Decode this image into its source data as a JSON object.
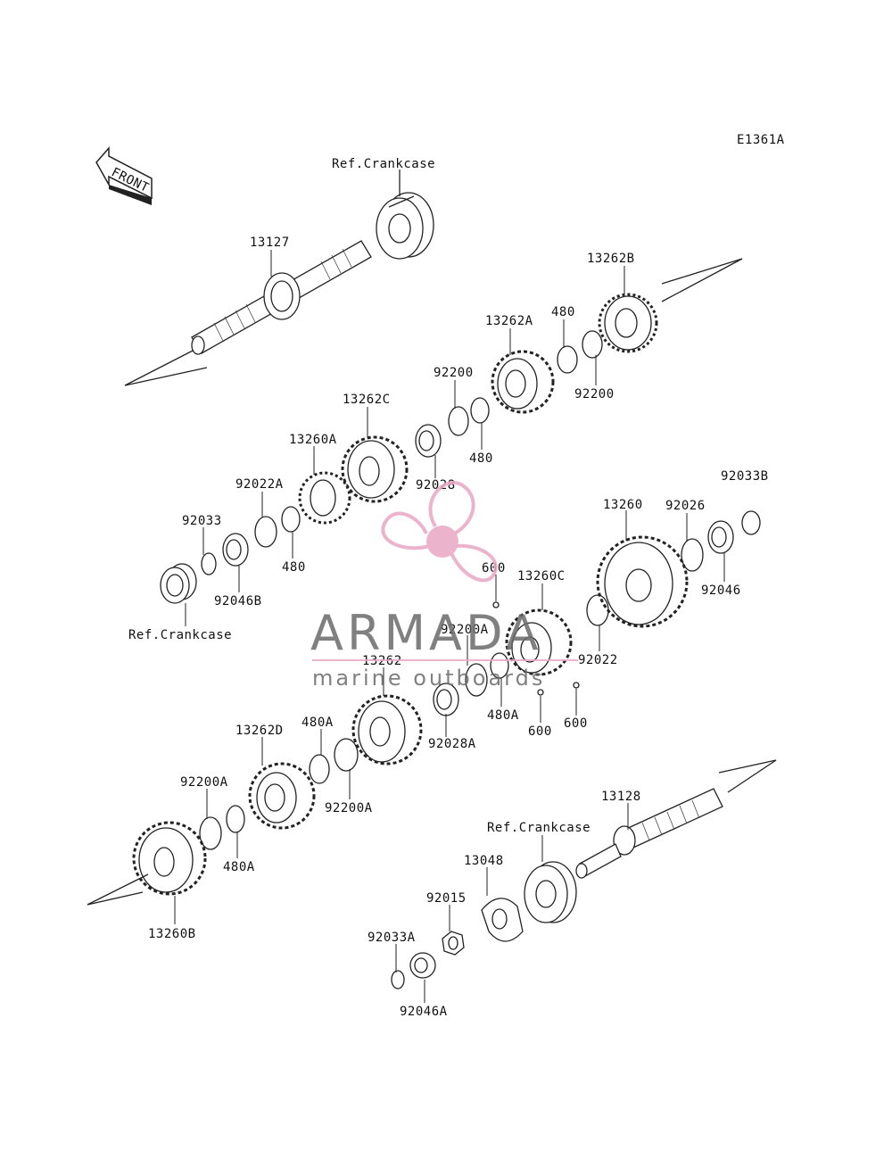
{
  "diagram_code": "E1361A",
  "front_badge": "FRONT",
  "watermark": {
    "brand": "ARMADA",
    "tagline": "marine outboards",
    "accent_color": "#e9a8c4",
    "text_color": "#6b6b6b"
  },
  "labels": {
    "ref_crankcase_top": "Ref.Crankcase",
    "ref_crankcase_left": "Ref.Crankcase",
    "ref_crankcase_bottom": "Ref.Crankcase",
    "p13127": "13127",
    "p13262B": "13262B",
    "p480_a": "480",
    "p13262A": "13262A",
    "p92200_a": "92200",
    "p92200_b": "92200",
    "p480_b": "480",
    "p13262C": "13262C",
    "p13260A": "13260A",
    "p92028": "92028",
    "p92022A": "92022A",
    "p92033": "92033",
    "p480_c": "480",
    "p92046B": "92046B",
    "p92033B": "92033B",
    "p13260": "13260",
    "p92026": "92026",
    "p92046": "92046",
    "p600_a": "600",
    "p13260C": "13260C",
    "p92200A_a": "92200A",
    "p92022": "92022",
    "p13262": "13262",
    "p480A_a": "480A",
    "p600_b": "600",
    "p600_c": "600",
    "p480A_b": "480A",
    "p92028A": "92028A",
    "p13262D": "13262D",
    "p92200A_b": "92200A",
    "p92200A_c": "92200A",
    "p480A_c": "480A",
    "p13260B": "13260B",
    "p13128": "13128",
    "p13048": "13048",
    "p92015": "92015",
    "p92033A": "92033A",
    "p92046A": "92046A"
  }
}
